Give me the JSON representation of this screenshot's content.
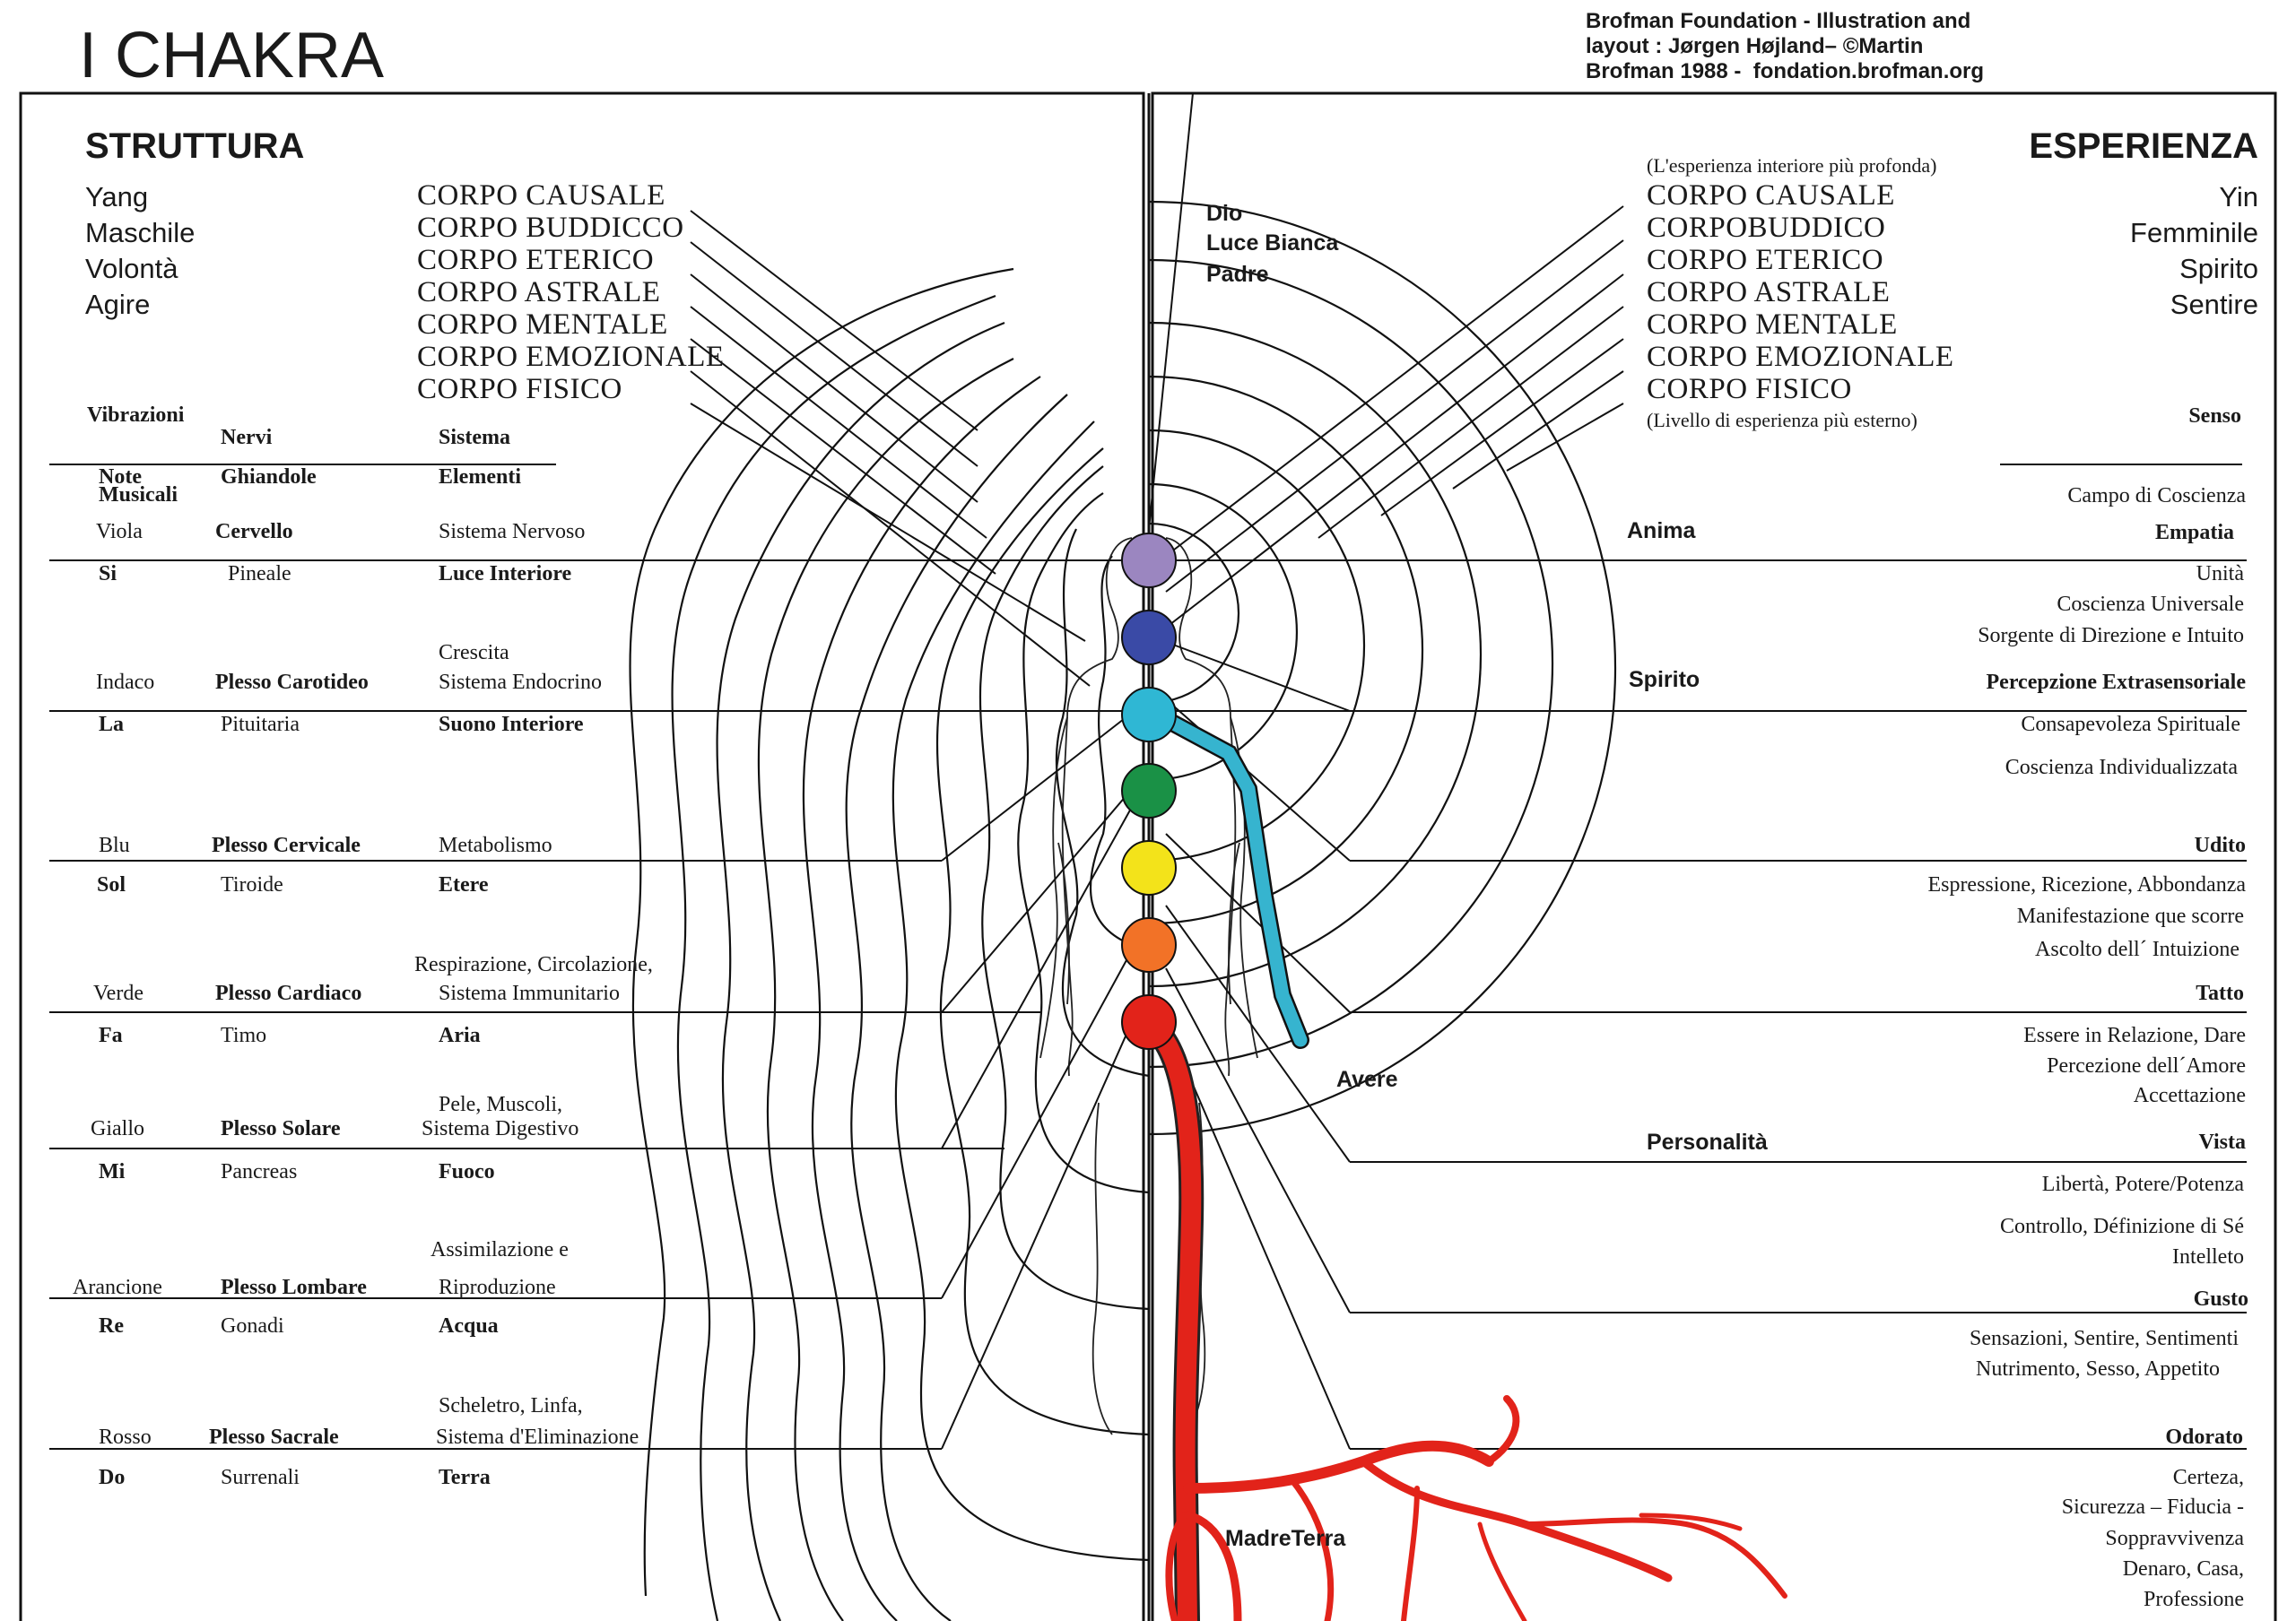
{
  "title": "I CHAKRA",
  "credit": "Brofman Foundation - Illustration and\nlayout : Jørgen Højland– ©Martin\nBrofman 1988 -  fondation.brofman.org",
  "left": {
    "header": "STRUTTURA",
    "qualities": "Yang\nMaschile\nVolontà\nAgire",
    "bodies": [
      "CORPO CAUSALE",
      "CORPO  BUDDICCO",
      "CORPO ETERICO",
      "CORPO ASTRALE",
      "CORPO MENTALE",
      "CORPO EMOZIONALE",
      "CORPO FISICO"
    ],
    "col_vibrazioni": "Vibrazioni",
    "col_nervi": "Nervi",
    "col_sistema": "Sistema",
    "col_note1": "Note",
    "col_note2": "Musicali",
    "col_ghiandole": "Ghiandole",
    "col_elementi": "Elementi",
    "rows": [
      {
        "color": "Viola",
        "plexus": "Cervello",
        "system": "Sistema  Nervoso",
        "note": "Si",
        "gland": "Pineale",
        "element": "Luce Interiore"
      },
      {
        "color": "Indaco",
        "plexus": "Plesso Carotideo",
        "system1": "Crescita",
        "system2": "Sistema  Endocrino",
        "note": "La",
        "gland": "Pituitaria",
        "element": "Suono Interiore"
      },
      {
        "color": "Blu",
        "plexus": "Plesso Cervicale",
        "system": "Metabolismo",
        "note": "Sol",
        "gland": "Tiroide",
        "element": "Etere"
      },
      {
        "color": "Verde",
        "plexus": "Plesso Cardiaco",
        "system1": "Respirazione, Circolazione,",
        "system2": "Sistema  Immunitario",
        "note": "Fa",
        "gland": "Timo",
        "element": "Aria"
      },
      {
        "color": "Giallo",
        "plexus": "Plesso Solare",
        "system1": "Pele, Muscoli,",
        "system2": "Sistema Digestivo",
        "note": "Mi",
        "gland": "Pancreas",
        "element": "Fuoco"
      },
      {
        "color": "Arancione",
        "plexus": "Plesso Lombare",
        "system1": "Assimilazione e",
        "system2": "Riproduzione",
        "note": "Re",
        "gland": "Gonadi",
        "element": "Acqua"
      },
      {
        "color": "Rosso",
        "plexus": "Plesso Sacrale",
        "system1": "Scheletro, Linfa,",
        "system2": "Sistema  d'Eliminazione",
        "note": "Do",
        "gland": "Surrenali",
        "element": "Terra"
      }
    ]
  },
  "right": {
    "header": "ESPERIENZA",
    "qualities": "Yin\nFemminile\nSpirito\nSentire",
    "inner_note": "(L'esperienza interiore più profonda)",
    "outer_note": "(Livello di esperienza più esterno)",
    "bodies": [
      "CORPO CAUSALE",
      "CORPOBUDDICO",
      "CORPO ETERICO",
      "CORPO ASTRALE",
      "CORPO MENTALE",
      "CORPO EMOZIONALE",
      "CORPO FISICO"
    ],
    "col_senso": "Senso",
    "col_campo": "Campo di Coscienza",
    "anima": "Anima",
    "spirito": "Spirito",
    "avere": "Avere",
    "personalita": "Personalità",
    "rows": [
      {
        "sense": "Empatia",
        "lines": [
          "Unità",
          "Coscienza  Universale",
          "Sorgente di Direzione e Intuito"
        ]
      },
      {
        "sense": "Percepzione  Extrasensoriale",
        "lines": [
          "Consapevoleza Spirituale",
          "Coscienza  Individualizzata"
        ]
      },
      {
        "sense": "Udito",
        "lines": [
          "Espressione,  Ricezione,  Abbondanza",
          "Manifestazione que scorre",
          "Ascolto dell´ Intuizione"
        ]
      },
      {
        "sense": "Tatto",
        "lines": [
          "Essere in Relazione, Dare",
          "Percezione  dell´Amore",
          "Accettazione"
        ]
      },
      {
        "sense": "Vista",
        "lines": [
          "Libertà, Potere/Potenza",
          "Controllo, Définizione di Sé",
          "Intelleto"
        ]
      },
      {
        "sense": "Gusto",
        "lines": [
          "Sensazioni,  Sentire,  Sentimenti",
          "Nutrimento, Sesso,  Appetito"
        ]
      },
      {
        "sense": "Odorato",
        "lines": [
          "Certeza,",
          "Sicurezza – Fiducia -",
          "Sopprav­vivenza",
          "Denaro, Casa,",
          "Professione"
        ]
      }
    ]
  },
  "center": {
    "dio": "Dio",
    "luce": "Luce Bianca",
    "padre": "Padre",
    "madreterra": "MadreTerra"
  },
  "chakras": [
    {
      "name": "crown",
      "color": "#9b86c0"
    },
    {
      "name": "third-eye",
      "color": "#3a4aa6"
    },
    {
      "name": "throat",
      "color": "#2fb7d4"
    },
    {
      "name": "heart",
      "color": "#1a9146"
    },
    {
      "name": "solar-plexus",
      "color": "#f3e31a"
    },
    {
      "name": "sacral",
      "color": "#f27227"
    },
    {
      "name": "root",
      "color": "#e2231a"
    }
  ],
  "colors": {
    "channel_blue": "#36b4cf",
    "root_red": "#e2231a"
  }
}
